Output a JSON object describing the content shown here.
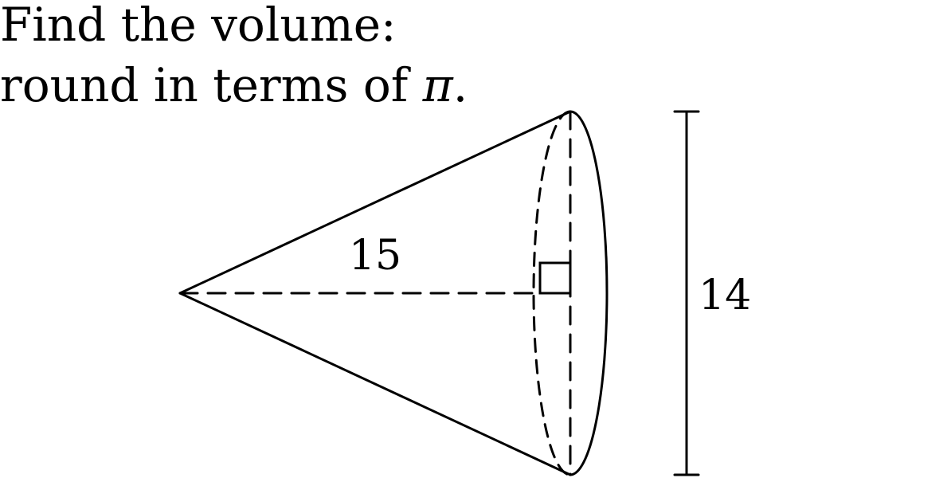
{
  "problem": {
    "line1": "Find the volume:",
    "line2_prefix": "round in terms of ",
    "pi": "π",
    "line2_suffix": "."
  },
  "diagram": {
    "height_label": "15",
    "diameter_label": "14"
  },
  "colors": {
    "ink": "#000000",
    "background": "#ffffff"
  }
}
